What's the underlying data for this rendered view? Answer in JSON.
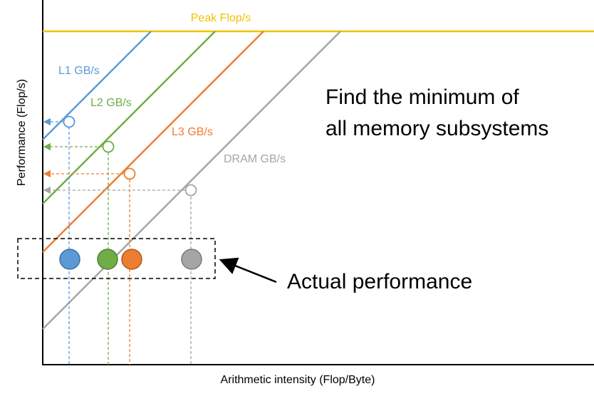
{
  "axes": {
    "xlabel": "Arithmetic intensity (Flop/Byte)",
    "ylabel": "Performance (Flop/s)"
  },
  "roofs": {
    "peak": {
      "label": "Peak Flop/s",
      "color": "#f2c100"
    },
    "l1": {
      "label": "L1 GB/s",
      "color": "#5b9bd5"
    },
    "l2": {
      "label": "L2 GB/s",
      "color": "#70ad47"
    },
    "l3": {
      "label": "L3 GB/s",
      "color": "#ed7d31"
    },
    "dram": {
      "label": "DRAM GB/s",
      "color": "#a5a5a5"
    }
  },
  "annotations": {
    "find_min_line1": "Find the minimum of",
    "find_min_line2": "all memory subsystems",
    "actual_performance": "Actual performance"
  }
}
